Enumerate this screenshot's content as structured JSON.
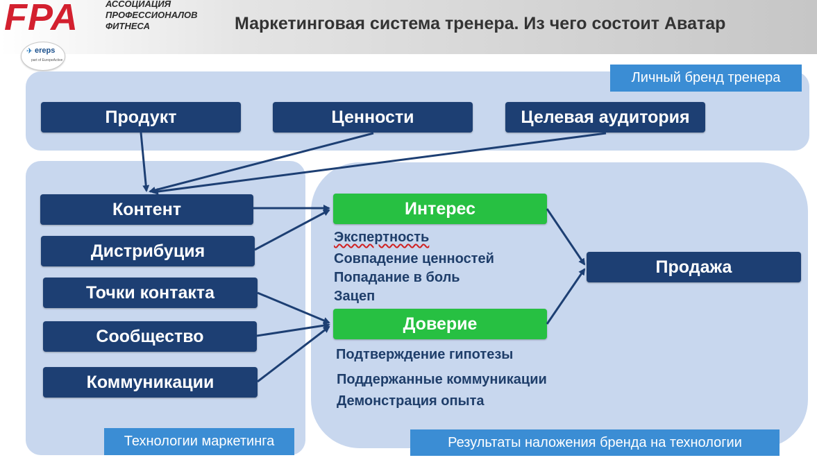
{
  "header": {
    "logo_text": "FPA",
    "association": "АССОЦИАЦИЯ\nПРОФЕССИОНАЛОВ\nФИТНЕСА",
    "partner_logo": "ereps",
    "partner_sub": "part of EuropeActive",
    "title": "Маркетинговая система тренера. Из чего состоит Аватар"
  },
  "brand_panel": {
    "caption": "Личный бренд тренера",
    "boxes": [
      "Продукт",
      "Ценности",
      "Целевая аудитория"
    ]
  },
  "tech_panel": {
    "caption": "Технологии маркетинга",
    "boxes": [
      "Контент",
      "Дистрибуция",
      "Точки контакта",
      "Сообщество",
      "Коммуникации"
    ]
  },
  "results_panel": {
    "caption": "Результаты наложения бренда на технологии",
    "interest": {
      "label": "Интерес",
      "items": [
        "Экспертность",
        "Совпадение ценностей",
        "Попадание в боль",
        "Зацеп"
      ]
    },
    "trust": {
      "label": "Доверие",
      "items": [
        "Подтверждение гипотезы",
        "Поддержанные коммуникации",
        "Демонстрация опыта"
      ]
    },
    "sale": "Продажа"
  },
  "colors": {
    "dark_box": "#1d3f73",
    "green_box": "#27c042",
    "panel": "#c8d7ee",
    "caption": "#3b8dd4",
    "logo_red": "#d3202f"
  }
}
